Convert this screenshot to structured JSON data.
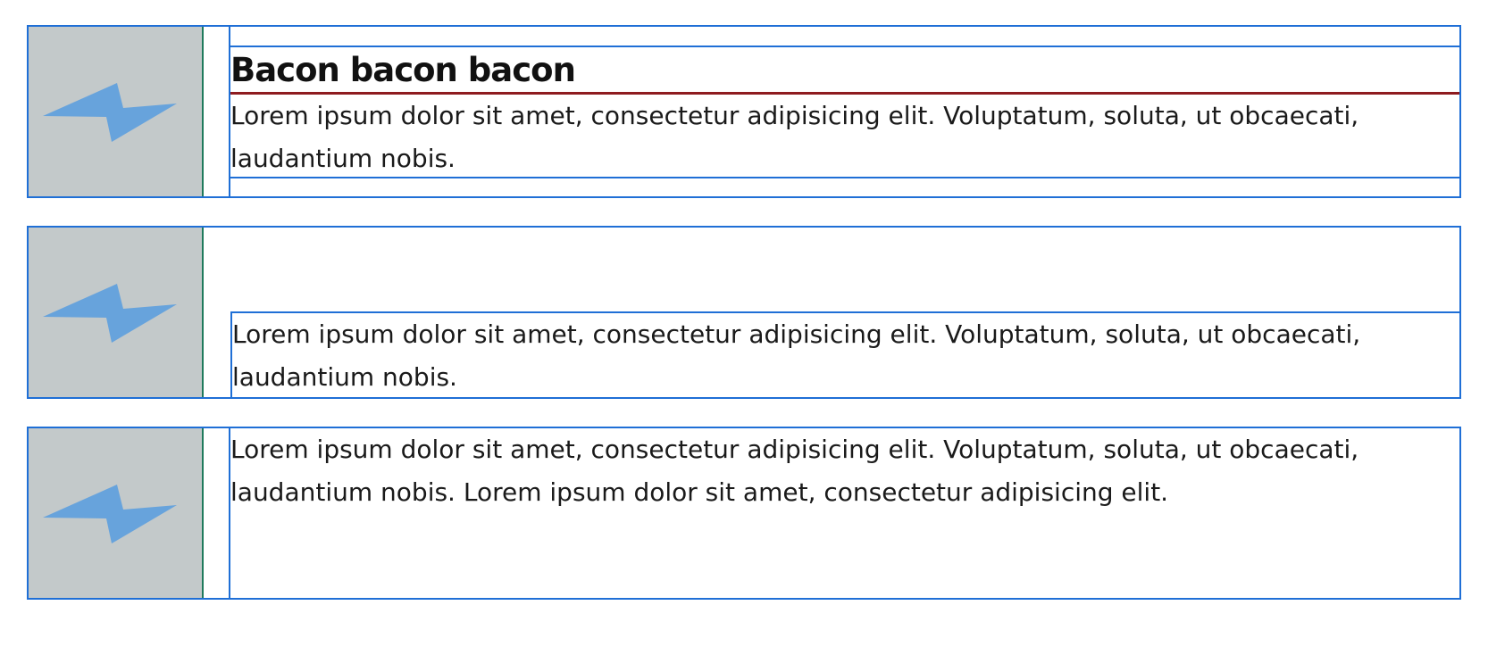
{
  "colors": {
    "card_border": "#1f6fd6",
    "thumb_bg": "#c3c9ca",
    "thumb_divider": "#1f7a5c",
    "icon_fill": "#67a3dc",
    "title_underline": "#8e1b1f"
  },
  "cards": [
    {
      "icon": "bolt-icon",
      "title": "Bacon bacon bacon",
      "text_lines": [
        "Lorem ipsum dolor sit amet, consectetur adipisicing elit. Voluptatum, soluta, ut obcaecati,",
        "laudantium nobis."
      ]
    },
    {
      "icon": "bolt-icon",
      "text_lines": [
        "Lorem ipsum dolor sit amet, consectetur adipisicing elit. Voluptatum, soluta, ut obcaecati,",
        "laudantium nobis."
      ]
    },
    {
      "icon": "bolt-icon",
      "text_lines": [
        "Lorem ipsum dolor sit amet, consectetur adipisicing elit. Voluptatum, soluta, ut obcaecati,",
        "laudantium nobis. Lorem ipsum dolor sit amet, consectetur adipisicing elit."
      ]
    }
  ]
}
